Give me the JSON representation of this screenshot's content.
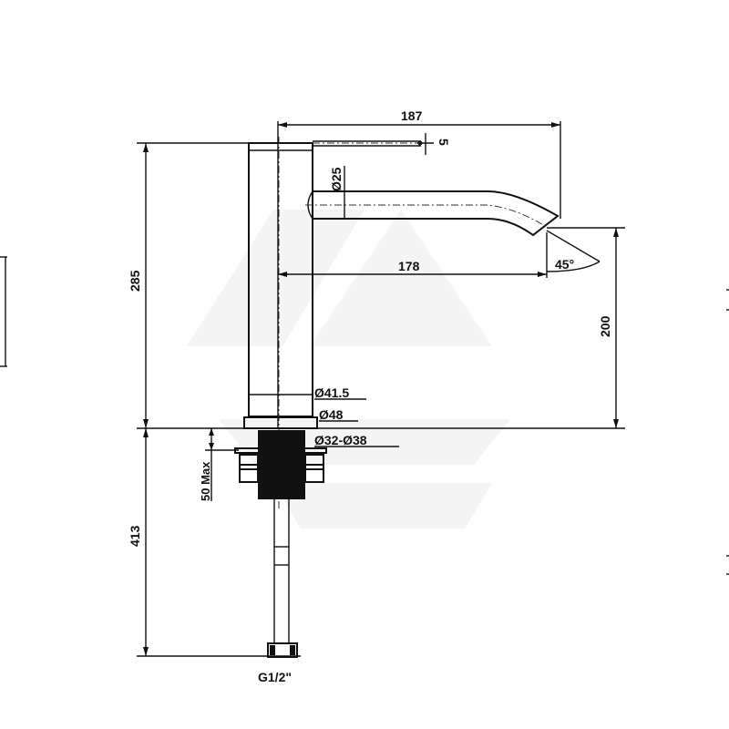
{
  "drawing": {
    "title": "Basin mixer dimension drawing",
    "dimensions": {
      "spout_reach_total": "187",
      "lever_offset": "5",
      "spout_diameter": "Ø25",
      "spout_reach": "178",
      "spout_angle": "45°",
      "overall_height": "285",
      "spout_height": "200",
      "body_diameter": "Ø41.5",
      "base_diameter": "Ø48",
      "hole_diameter": "Ø32-Ø38",
      "max_bench_thickness": "50 Max",
      "hose_length": "413",
      "connection": "G1/2\""
    }
  }
}
